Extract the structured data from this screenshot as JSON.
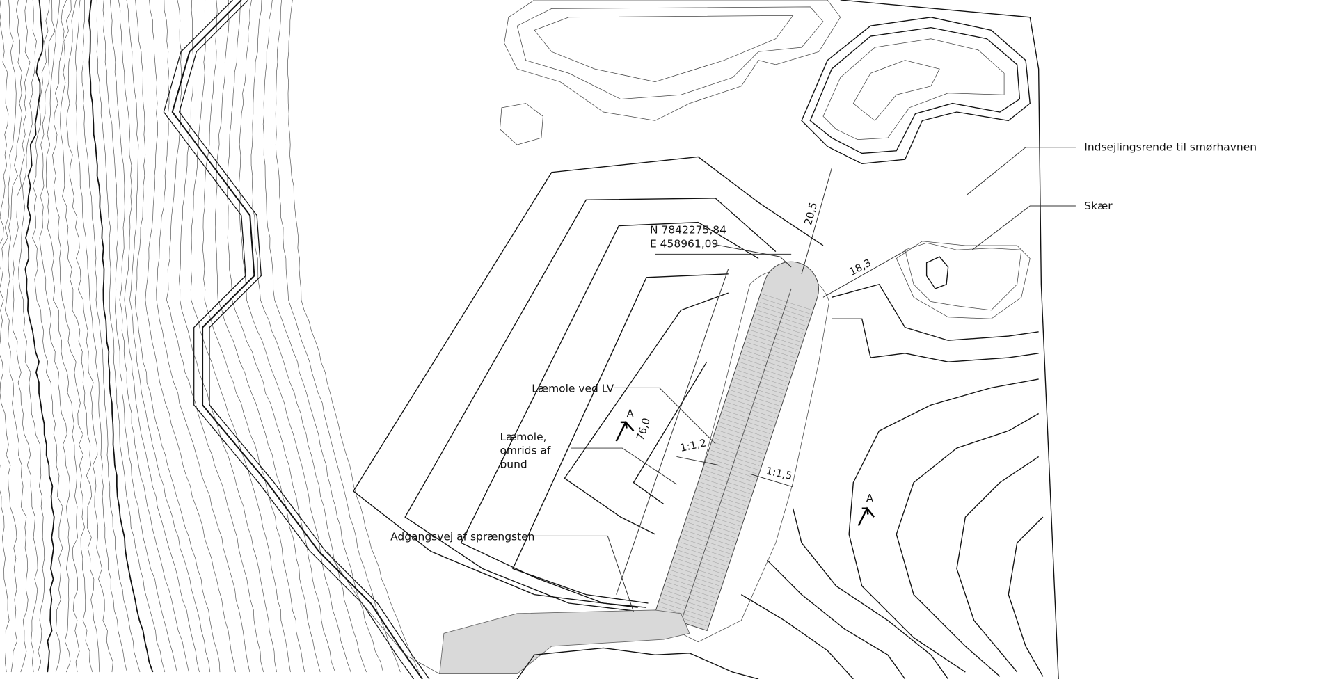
{
  "drawing": {
    "coordinates": {
      "north": "N 7842275,84",
      "east": "E 458961,09"
    },
    "dimensions": {
      "channel_gap": "20,5",
      "reef_gap": "18,3",
      "mole_length": "76,0",
      "slope_left": "1:1,2",
      "slope_right": "1:1,5"
    },
    "labels": {
      "channel": "Indsejlingsrende til smørhavnen",
      "reef": "Skær",
      "mole_lv": "Læmole ved LV",
      "mole_outline_1": "Læmole,",
      "mole_outline_2": "omrids af",
      "mole_outline_3": "bund",
      "access_road": "Adgangsvej af sprængsten"
    },
    "section_markers": [
      "A",
      "A"
    ],
    "colors": {
      "fill": "#d9d9d9",
      "line": "#111111"
    }
  }
}
